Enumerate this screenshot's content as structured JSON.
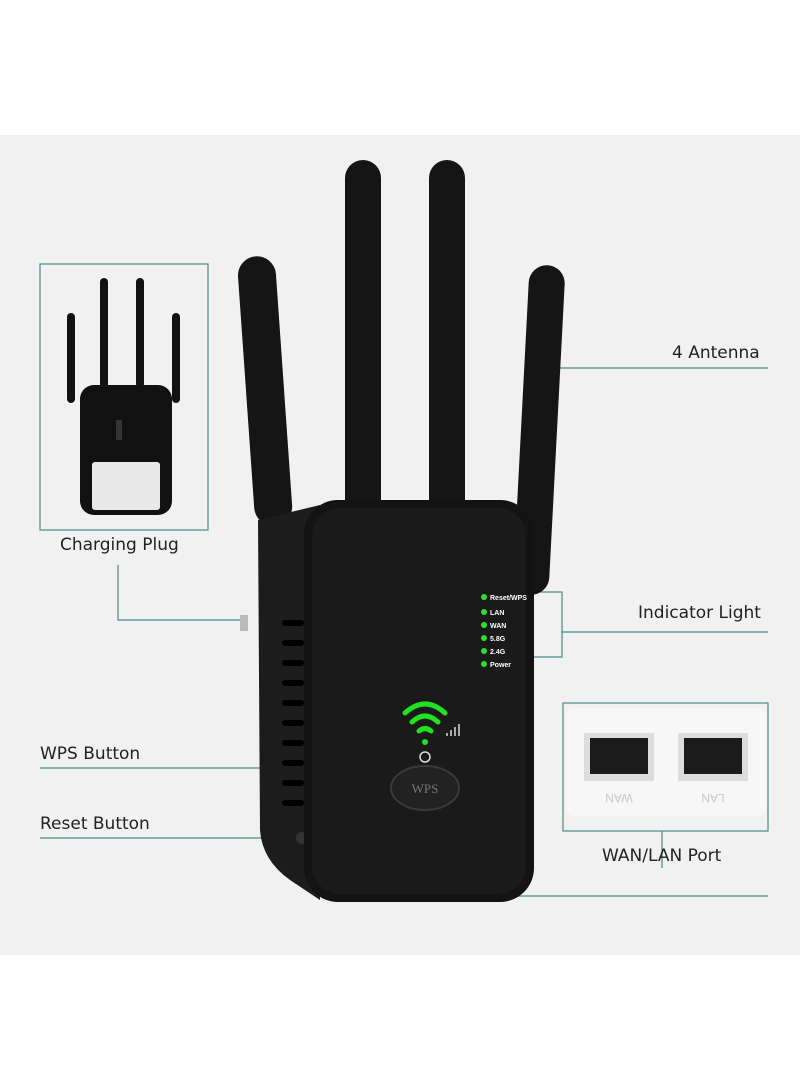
{
  "callouts": {
    "antenna": "4 Antenna",
    "charging_plug": "Charging Plug",
    "indicator_light": "Indicator Light",
    "wps_button": "WPS Button",
    "reset_button": "Reset Button",
    "wan_lan_port": "WAN/LAN Port"
  },
  "indicators": [
    "Reset/WPS",
    "LAN",
    "WAN",
    "5.8G",
    "2.4G",
    "Power"
  ],
  "device": {
    "button_label": "WPS"
  },
  "ports": [
    "WAN",
    "LAN"
  ],
  "colors": {
    "callout_line": "#4a8a86",
    "led": "#2ee02e",
    "wifi": "#22e022",
    "device": "#141414"
  }
}
